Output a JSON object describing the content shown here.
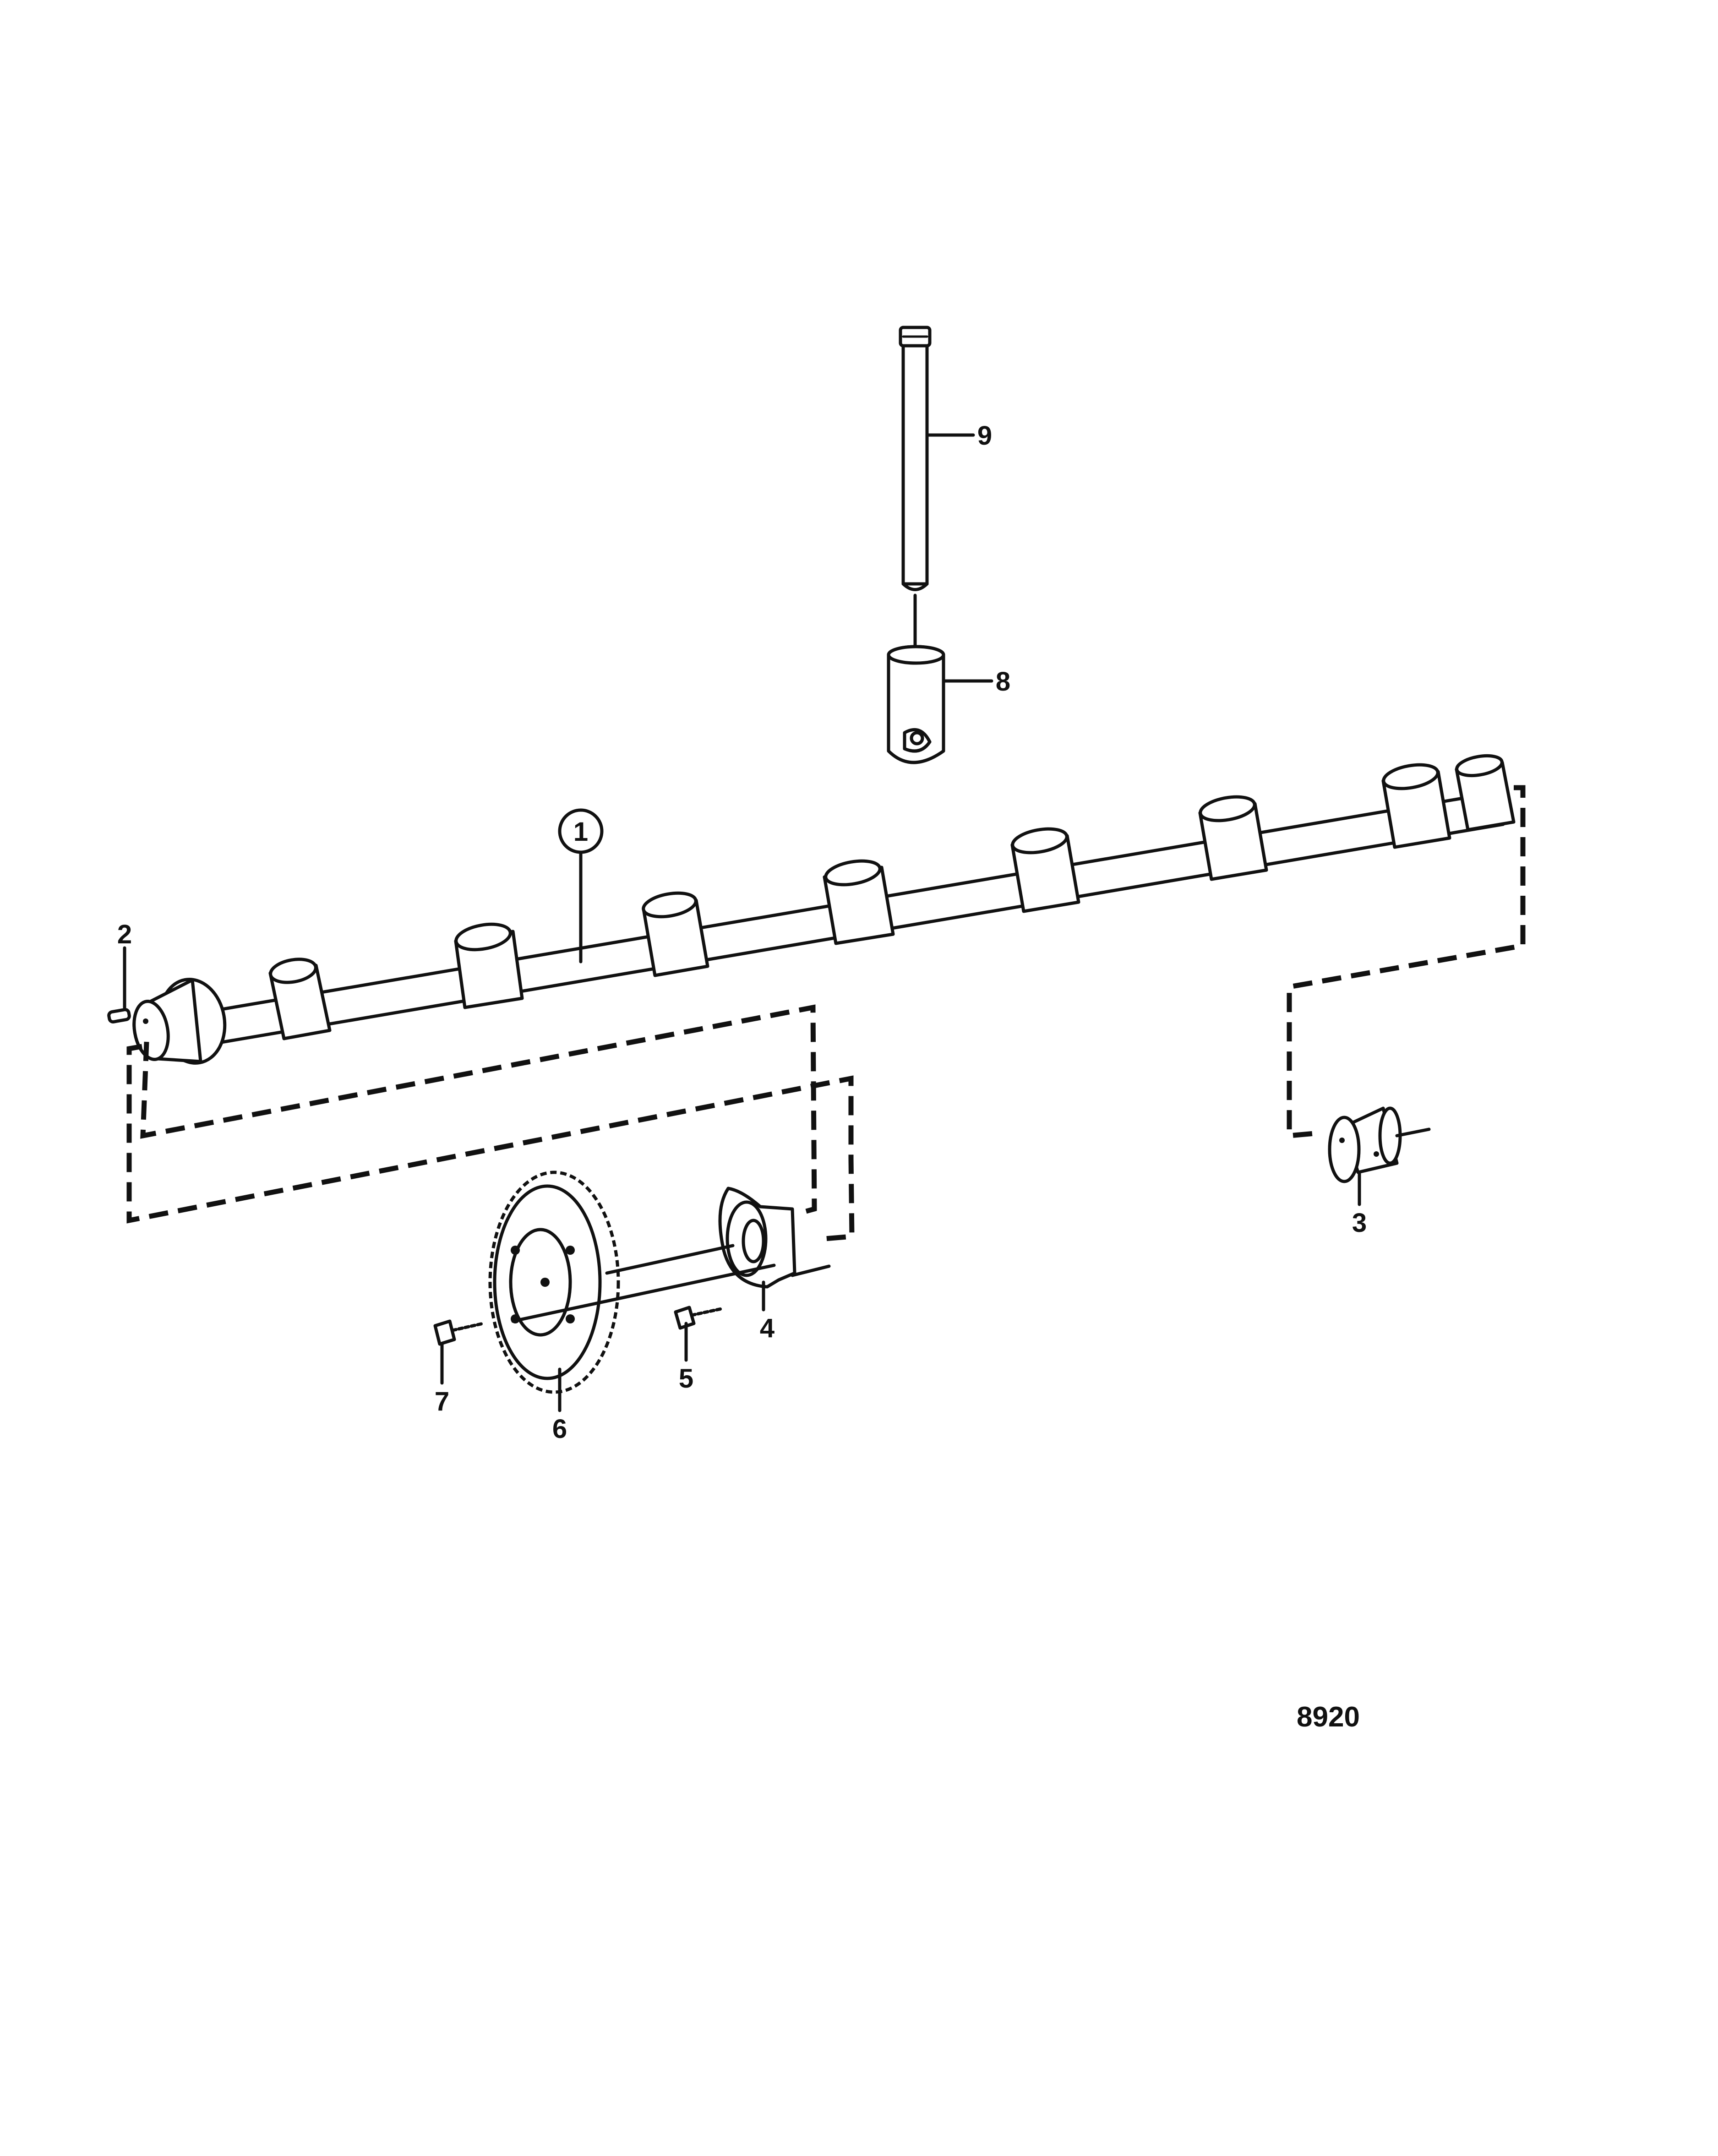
{
  "callouts": [
    {
      "number": "1",
      "part": "camshaft"
    },
    {
      "number": "2",
      "part": "key"
    },
    {
      "number": "3",
      "part": "bearing-bushing"
    },
    {
      "number": "4",
      "part": "thrust-flange"
    },
    {
      "number": "5",
      "part": "screw"
    },
    {
      "number": "6",
      "part": "camshaft-gear"
    },
    {
      "number": "7",
      "part": "screw"
    },
    {
      "number": "8",
      "part": "valve-lifter"
    },
    {
      "number": "9",
      "part": "push-rod"
    }
  ],
  "figure_number": "8920"
}
